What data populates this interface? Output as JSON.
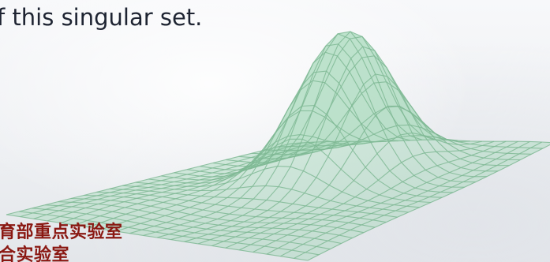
{
  "caption": "f this singular set.",
  "labels": {
    "line1": "育部重点实验室",
    "line2": "合实验室"
  },
  "colors": {
    "surface_fill": "#9fd6b5",
    "surface_line": "#7fb894",
    "label_red": "#8a1812",
    "caption_text": "#1e2432"
  },
  "icons": [
    "gaussian-surface-graphic"
  ]
}
